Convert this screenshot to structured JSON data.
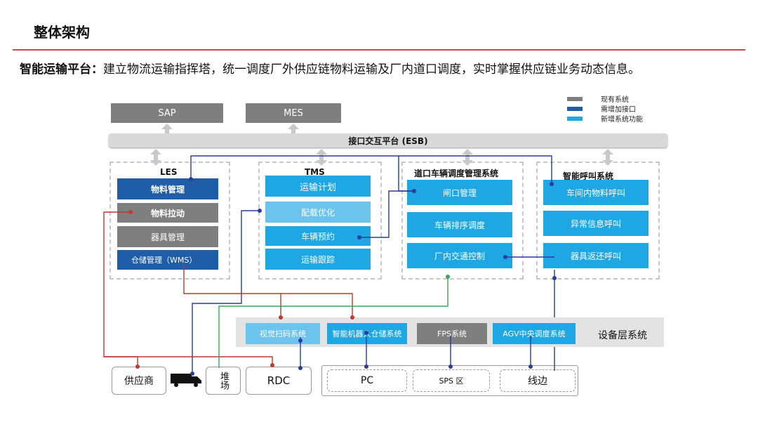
{
  "title": "整体架构",
  "description": {
    "label": "智能运输平台：",
    "text": "建立物流运输指挥塔，统一调度厂外供应链物料运输及厂内道口调度，实时掌握供应链业务动态信息。"
  },
  "legend": [
    {
      "label": "现有系统",
      "color": "#7f7f7f"
    },
    {
      "label": "需增加接口",
      "color": "#1f5da8"
    },
    {
      "label": "新增系统功能",
      "color": "#1fa7e4"
    }
  ],
  "top_systems": {
    "sap": "SAP",
    "mes": "MES"
  },
  "esb": "接口交互平台 (ESB)",
  "les": {
    "title": "LES",
    "items": [
      "物料管理",
      "物料拉动",
      "器具管理",
      "仓储管理（WMS）"
    ]
  },
  "tms": {
    "title": "TMS",
    "items": [
      "运输计划",
      "配载优化",
      "车辆预约",
      "运输跟踪"
    ]
  },
  "gate": {
    "title": "道口车辆调度管理系统",
    "items": [
      "闸口管理",
      "车辆排序调度",
      "厂内交通控制"
    ]
  },
  "call": {
    "title": "智能呼叫系统",
    "items": [
      "车间内物料呼叫",
      "异常信息呼叫",
      "器具返还呼叫"
    ]
  },
  "devices": {
    "label": "设备层系统",
    "items": [
      "视觉扫码系统",
      "智能机器人仓储系统",
      "FPS系统",
      "AGV中央调度系统"
    ]
  },
  "bottom": {
    "supplier": "供应商",
    "yard": "堆场",
    "rdc": "RDC",
    "pc": "PC",
    "sps": "SPS 区",
    "line": "线边"
  },
  "colors": {
    "accent_red": "#c0504d",
    "line_blue": "#2b3ca0",
    "line_red": "#c0392b",
    "line_green": "#3aa55a"
  }
}
